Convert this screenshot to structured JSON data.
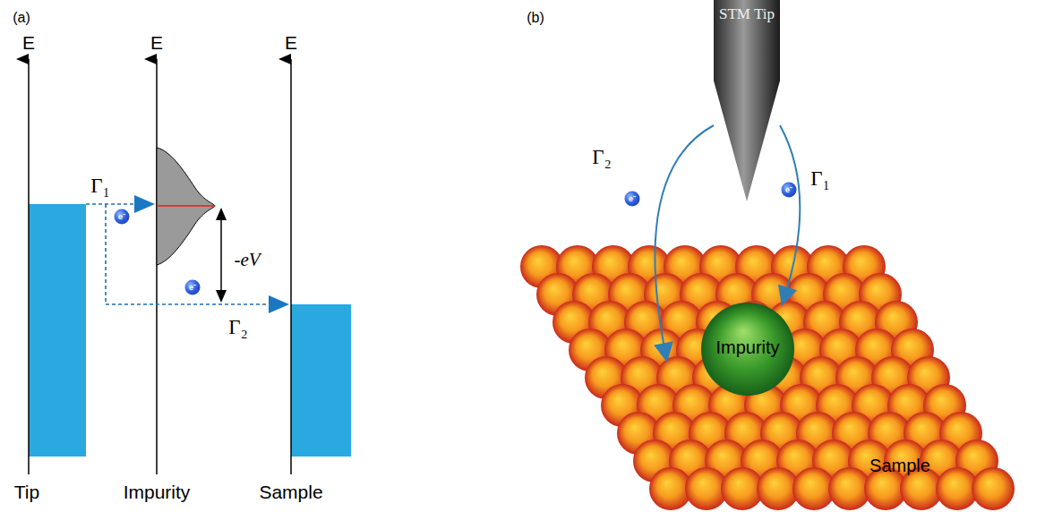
{
  "diagram": {
    "nodes": [
      {
        "text": [
          "STM Tip"
        ]
      },
      {
        "text": [
          "Sample"
        ]
      },
      {
        "text": [
          "Impurity"
        ],
        "in": 1
      }
    ],
    "edges": [
      {
        "from": 0,
        "to": 2,
        "arrow": "to",
        "label": "Γ₁"
      },
      {
        "from": 0,
        "to": 1,
        "arrow": "to",
        "label": "Γ₂"
      }
    ],
    "labels": [
      "(a)",
      "(b)",
      "E",
      "E",
      "E",
      "Tip",
      "Impurity",
      "Sample",
      "Γ₁",
      "Γ₂",
      "-eV",
      "e⁻",
      "e⁻",
      "e⁻",
      "e⁻"
    ]
  }
}
